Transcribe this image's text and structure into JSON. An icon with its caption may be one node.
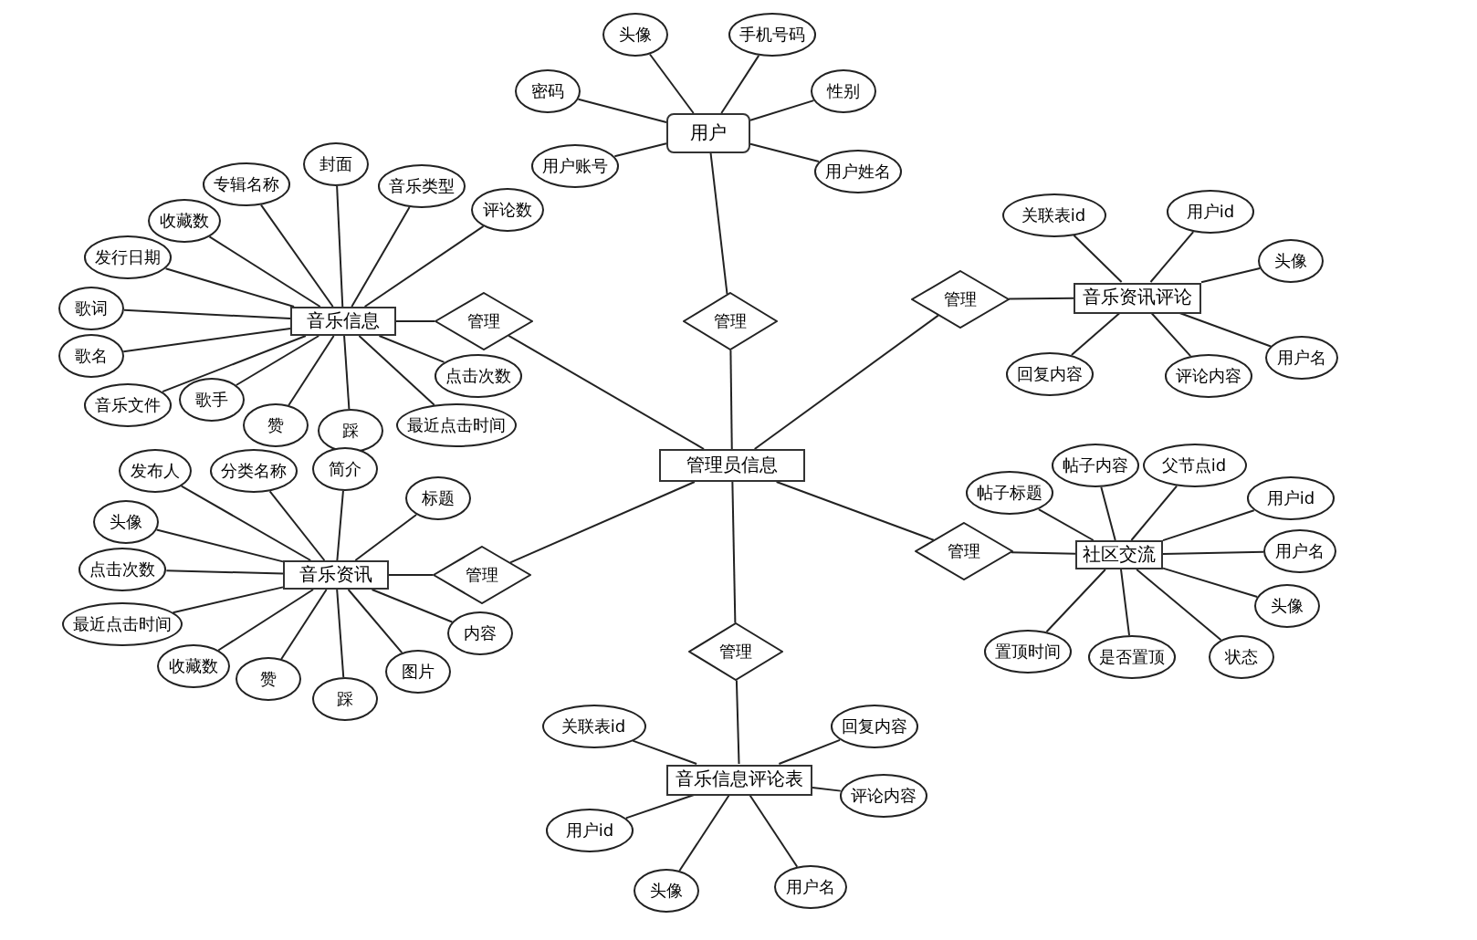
{
  "diagram": {
    "nodes": [
      {
        "text": [
          "管理员信息"
        ]
      },
      {
        "text": [
          "用户"
        ]
      },
      {
        "text": [
          "音乐信息"
        ]
      },
      {
        "text": [
          "音乐资讯"
        ]
      },
      {
        "text": [
          "音乐资讯评论"
        ]
      },
      {
        "text": [
          "社区交流"
        ]
      },
      {
        "text": [
          "音乐信息评论表"
        ]
      },
      {
        "text": [
          "管理"
        ]
      },
      {
        "text": [
          "管理"
        ]
      },
      {
        "text": [
          "管理"
        ]
      },
      {
        "text": [
          "管理"
        ]
      },
      {
        "text": [
          "管理"
        ]
      },
      {
        "text": [
          "管理"
        ]
      },
      {
        "text": [
          "头像"
        ]
      },
      {
        "text": [
          "手机号码"
        ]
      },
      {
        "text": [
          "密码"
        ]
      },
      {
        "text": [
          "性别"
        ]
      },
      {
        "text": [
          "用户账号"
        ]
      },
      {
        "text": [
          "用户姓名"
        ]
      },
      {
        "text": [
          "封面"
        ]
      },
      {
        "text": [
          "专辑名称"
        ]
      },
      {
        "text": [
          "音乐类型"
        ]
      },
      {
        "text": [
          "收藏数"
        ]
      },
      {
        "text": [
          "评论数"
        ]
      },
      {
        "text": [
          "发行日期"
        ]
      },
      {
        "text": [
          "歌词"
        ]
      },
      {
        "text": [
          "歌名"
        ]
      },
      {
        "text": [
          "点击次数"
        ]
      },
      {
        "text": [
          "音乐文件"
        ]
      },
      {
        "text": [
          "歌手"
        ]
      },
      {
        "text": [
          "赞"
        ]
      },
      {
        "text": [
          "踩"
        ]
      },
      {
        "text": [
          "最近点击时间"
        ]
      },
      {
        "text": [
          "发布人"
        ]
      },
      {
        "text": [
          "分类名称"
        ]
      },
      {
        "text": [
          "简介"
        ]
      },
      {
        "text": [
          "标题"
        ]
      },
      {
        "text": [
          "头像"
        ]
      },
      {
        "text": [
          "点击次数"
        ]
      },
      {
        "text": [
          "最近点击时间"
        ]
      },
      {
        "text": [
          "收藏数"
        ]
      },
      {
        "text": [
          "赞"
        ]
      },
      {
        "text": [
          "踩"
        ]
      },
      {
        "text": [
          "图片"
        ]
      },
      {
        "text": [
          "内容"
        ]
      },
      {
        "text": [
          "关联表id"
        ]
      },
      {
        "text": [
          "用户id"
        ]
      },
      {
        "text": [
          "头像"
        ]
      },
      {
        "text": [
          "用户名"
        ]
      },
      {
        "text": [
          "回复内容"
        ]
      },
      {
        "text": [
          "评论内容"
        ]
      },
      {
        "text": [
          "帖子标题"
        ]
      },
      {
        "text": [
          "帖子内容"
        ]
      },
      {
        "text": [
          "父节点id"
        ]
      },
      {
        "text": [
          "用户id"
        ]
      },
      {
        "text": [
          "用户名"
        ]
      },
      {
        "text": [
          "头像"
        ]
      },
      {
        "text": [
          "置顶时间"
        ]
      },
      {
        "text": [
          "是否置顶"
        ]
      },
      {
        "text": [
          "状态"
        ]
      },
      {
        "text": [
          "关联表id"
        ]
      },
      {
        "text": [
          "回复内容"
        ]
      },
      {
        "text": [
          "评论内容"
        ]
      },
      {
        "text": [
          "用户id"
        ]
      },
      {
        "text": [
          "头像"
        ]
      },
      {
        "text": [
          "用户名"
        ]
      }
    ],
    "edges": [
      {
        "from": 1,
        "to": 7,
        "arrow": "none"
      },
      {
        "from": 7,
        "to": 0,
        "arrow": "none"
      },
      {
        "from": 2,
        "to": 8,
        "arrow": "none"
      },
      {
        "from": 8,
        "to": 0,
        "arrow": "none"
      },
      {
        "from": 3,
        "to": 9,
        "arrow": "none"
      },
      {
        "from": 9,
        "to": 0,
        "arrow": "none"
      },
      {
        "from": 4,
        "to": 10,
        "arrow": "none"
      },
      {
        "from": 10,
        "to": 0,
        "arrow": "none"
      },
      {
        "from": 5,
        "to": 11,
        "arrow": "none"
      },
      {
        "from": 11,
        "to": 0,
        "arrow": "none"
      },
      {
        "from": 0,
        "to": 12,
        "arrow": "none"
      },
      {
        "from": 12,
        "to": 6,
        "arrow": "none"
      },
      {
        "from": 13,
        "to": 1,
        "arrow": "none"
      },
      {
        "from": 14,
        "to": 1,
        "arrow": "none"
      },
      {
        "from": 15,
        "to": 1,
        "arrow": "none"
      },
      {
        "from": 16,
        "to": 1,
        "arrow": "none"
      },
      {
        "from": 17,
        "to": 1,
        "arrow": "none"
      },
      {
        "from": 18,
        "to": 1,
        "arrow": "none"
      },
      {
        "from": 19,
        "to": 2,
        "arrow": "none"
      },
      {
        "from": 20,
        "to": 2,
        "arrow": "none"
      },
      {
        "from": 21,
        "to": 2,
        "arrow": "none"
      },
      {
        "from": 22,
        "to": 2,
        "arrow": "none"
      },
      {
        "from": 23,
        "to": 2,
        "arrow": "none"
      },
      {
        "from": 24,
        "to": 2,
        "arrow": "none"
      },
      {
        "from": 25,
        "to": 2,
        "arrow": "none"
      },
      {
        "from": 26,
        "to": 2,
        "arrow": "none"
      },
      {
        "from": 27,
        "to": 2,
        "arrow": "none"
      },
      {
        "from": 28,
        "to": 2,
        "arrow": "none"
      },
      {
        "from": 29,
        "to": 2,
        "arrow": "none"
      },
      {
        "from": 30,
        "to": 2,
        "arrow": "none"
      },
      {
        "from": 31,
        "to": 2,
        "arrow": "none"
      },
      {
        "from": 32,
        "to": 2,
        "arrow": "none"
      },
      {
        "from": 33,
        "to": 3,
        "arrow": "none"
      },
      {
        "from": 34,
        "to": 3,
        "arrow": "none"
      },
      {
        "from": 35,
        "to": 3,
        "arrow": "none"
      },
      {
        "from": 36,
        "to": 3,
        "arrow": "none"
      },
      {
        "from": 37,
        "to": 3,
        "arrow": "none"
      },
      {
        "from": 38,
        "to": 3,
        "arrow": "none"
      },
      {
        "from": 39,
        "to": 3,
        "arrow": "none"
      },
      {
        "from": 40,
        "to": 3,
        "arrow": "none"
      },
      {
        "from": 41,
        "to": 3,
        "arrow": "none"
      },
      {
        "from": 42,
        "to": 3,
        "arrow": "none"
      },
      {
        "from": 43,
        "to": 3,
        "arrow": "none"
      },
      {
        "from": 44,
        "to": 3,
        "arrow": "none"
      },
      {
        "from": 45,
        "to": 4,
        "arrow": "none"
      },
      {
        "from": 46,
        "to": 4,
        "arrow": "none"
      },
      {
        "from": 47,
        "to": 4,
        "arrow": "none"
      },
      {
        "from": 48,
        "to": 4,
        "arrow": "none"
      },
      {
        "from": 49,
        "to": 4,
        "arrow": "none"
      },
      {
        "from": 50,
        "to": 4,
        "arrow": "none"
      },
      {
        "from": 51,
        "to": 5,
        "arrow": "none"
      },
      {
        "from": 52,
        "to": 5,
        "arrow": "none"
      },
      {
        "from": 53,
        "to": 5,
        "arrow": "none"
      },
      {
        "from": 54,
        "to": 5,
        "arrow": "none"
      },
      {
        "from": 55,
        "to": 5,
        "arrow": "none"
      },
      {
        "from": 56,
        "to": 5,
        "arrow": "none"
      },
      {
        "from": 57,
        "to": 5,
        "arrow": "none"
      },
      {
        "from": 58,
        "to": 5,
        "arrow": "none"
      },
      {
        "from": 59,
        "to": 5,
        "arrow": "none"
      },
      {
        "from": 60,
        "to": 6,
        "arrow": "none"
      },
      {
        "from": 61,
        "to": 6,
        "arrow": "none"
      },
      {
        "from": 62,
        "to": 6,
        "arrow": "none"
      },
      {
        "from": 63,
        "to": 6,
        "arrow": "none"
      },
      {
        "from": 64,
        "to": 6,
        "arrow": "none"
      },
      {
        "from": 65,
        "to": 6,
        "arrow": "none"
      }
    ]
  }
}
